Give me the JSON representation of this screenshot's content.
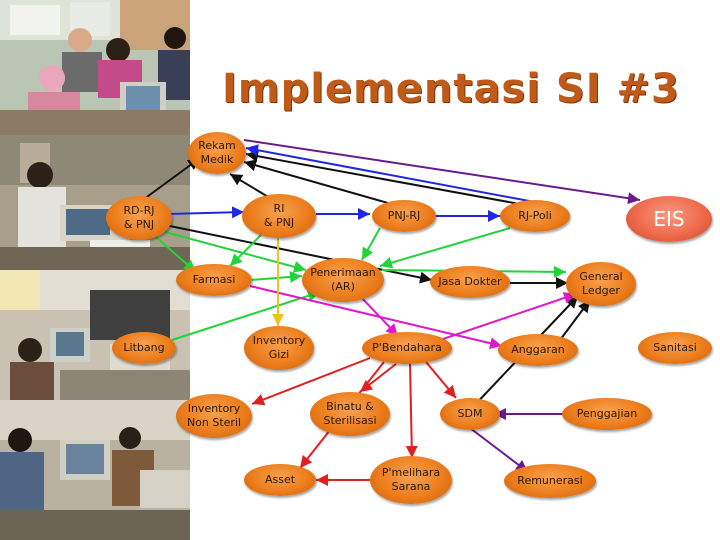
{
  "title": "Implementasi SI #3",
  "nodes": {
    "rekam_medik": "Rekam\nMedik",
    "rd_rj": "RD-RJ\n& PNJ",
    "ri_pnj": "RI\n& PNJ",
    "pnj_rj": "PNJ-RJ",
    "rj_poli": "RJ-Poli",
    "eis": "EIS",
    "farmasi": "Farmasi",
    "penerimaan": "Penerimaan\n(AR)",
    "jasa_dokter": "Jasa Dokter",
    "general_ledger": "General\nLedger",
    "litbang": "Litbang",
    "inventory_gizi": "Inventory\nGizi",
    "perbendaharaan": "P'Bendahara",
    "anggaran": "Anggaran",
    "sanitasi": "Sanitasi",
    "inventory_non_steril": "Inventory\nNon Steril",
    "binatu": "Binatu &\nSterilisasi",
    "sdm": "SDM",
    "penggajian": "Penggajian",
    "asset": "Asset",
    "pemelihara": "P'melihara\nSarana",
    "remunerasi": "Remunerasi"
  },
  "colors": {
    "title": "#c05a18",
    "node": "#ec7d1c",
    "eis": "#ee6a4b",
    "arrow_black": "#111111",
    "arrow_blue": "#1f26e6",
    "arrow_green": "#21d43a",
    "arrow_purple": "#6a1a8c",
    "arrow_magenta": "#e018c8",
    "arrow_yellow": "#f0c21c",
    "arrow_red": "#e02020"
  },
  "photos": [
    {
      "name": "office-photo-1"
    },
    {
      "name": "office-photo-2"
    },
    {
      "name": "office-photo-3"
    },
    {
      "name": "office-photo-4"
    }
  ]
}
